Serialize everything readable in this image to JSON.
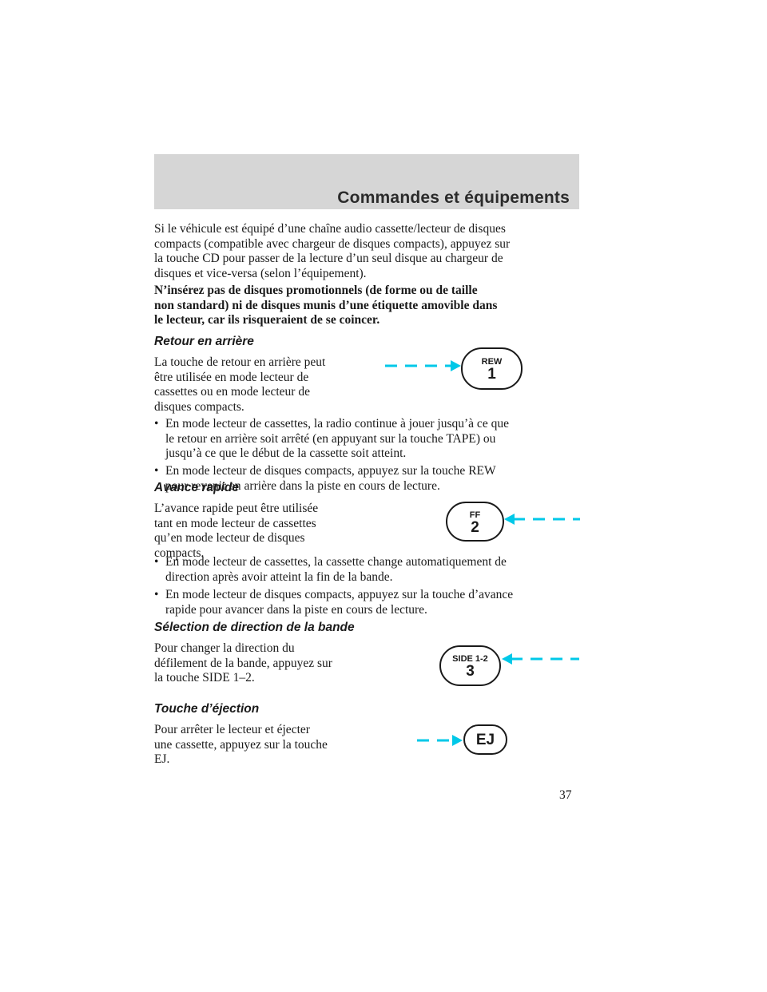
{
  "header": {
    "title": "Commandes et équipements"
  },
  "intro": {
    "lines": [
      "Si le véhicule est équipé d’une chaîne audio cassette/lecteur de disques",
      "compacts (compatible avec chargeur de disques compacts), appuyez sur",
      "la touche CD pour passer de la lecture d’un seul disque au chargeur de",
      "disques et vice-versa (selon l’équipement)."
    ]
  },
  "warning": {
    "lines": [
      "N’insérez pas de disques promotionnels (de forme ou de taille",
      "non standard) ni de disques munis d’une étiquette amovible dans",
      "le lecteur, car ils risqueraient de se coincer."
    ]
  },
  "rewind": {
    "heading": "Retour en arrière",
    "lines": [
      "La touche de retour en arrière peut",
      "être utilisée en mode lecteur de",
      "cassettes ou en mode lecteur de",
      "disques compacts."
    ],
    "bullets": [
      [
        "En mode lecteur de cassettes, la radio continue à jouer jusqu’à ce que",
        "le retour en arrière soit arrêté (en appuyant sur la touche TAPE) ou",
        "jusqu’à ce que le début de la cassette soit atteint."
      ],
      [
        "En mode lecteur de disques compacts, appuyez sur la touche REW",
        "pour revenir en arrière dans la piste en cours de lecture."
      ]
    ],
    "button": {
      "label": "REW",
      "number": "1"
    }
  },
  "fastforward": {
    "heading": "Avance rapide",
    "lines": [
      "L’avance rapide peut être utilisée",
      "tant en mode lecteur de cassettes",
      "qu’en mode lecteur de disques",
      "compacts."
    ],
    "bullets": [
      [
        "En mode lecteur de cassettes, la cassette change automatiquement de",
        "direction après avoir atteint la fin de la bande."
      ],
      [
        "En mode lecteur de disques compacts, appuyez sur la touche d’avance",
        "rapide pour avancer dans la piste en cours de lecture."
      ]
    ],
    "button": {
      "label": "FF",
      "number": "2"
    }
  },
  "side": {
    "heading": "Sélection de direction de la bande",
    "lines": [
      "Pour changer la direction du",
      "défilement de la bande, appuyez sur",
      "la touche SIDE 1–2."
    ],
    "button": {
      "label": "SIDE 1-2",
      "number": "3"
    }
  },
  "eject": {
    "heading": "Touche d’éjection",
    "lines": [
      "Pour arrêter le lecteur et éjecter",
      "une cassette, appuyez sur la touche",
      "EJ."
    ],
    "button": {
      "label": "EJ"
    }
  },
  "bullet_char": "•",
  "arrow_color": "#00c8e8",
  "page": {
    "number": "37"
  }
}
